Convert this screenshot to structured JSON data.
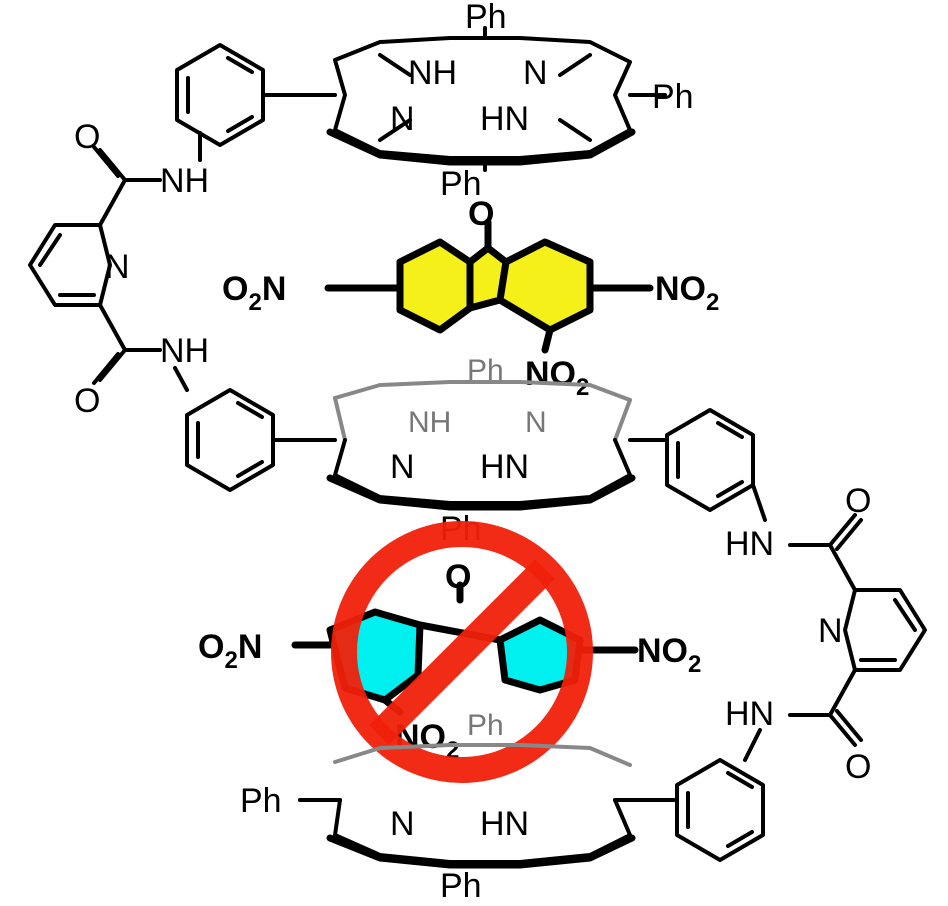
{
  "labels": {
    "ph": "Ph",
    "nh": "NH",
    "hn": "HN",
    "n": "N",
    "o": "O",
    "o2n_main": "O",
    "o2n_sub": "2",
    "o2n_tail": "N",
    "no2_main": "NO",
    "no2_sub": "2"
  },
  "colors": {
    "guest_bound": "#f5ef1a",
    "guest_excluded": "#00f0f0",
    "prohibition_sign": "#f0200a",
    "structure": "#000000",
    "faded_porphyrin": "#888888"
  },
  "icons": {
    "prohibition": "no-entry-circle-slash"
  }
}
